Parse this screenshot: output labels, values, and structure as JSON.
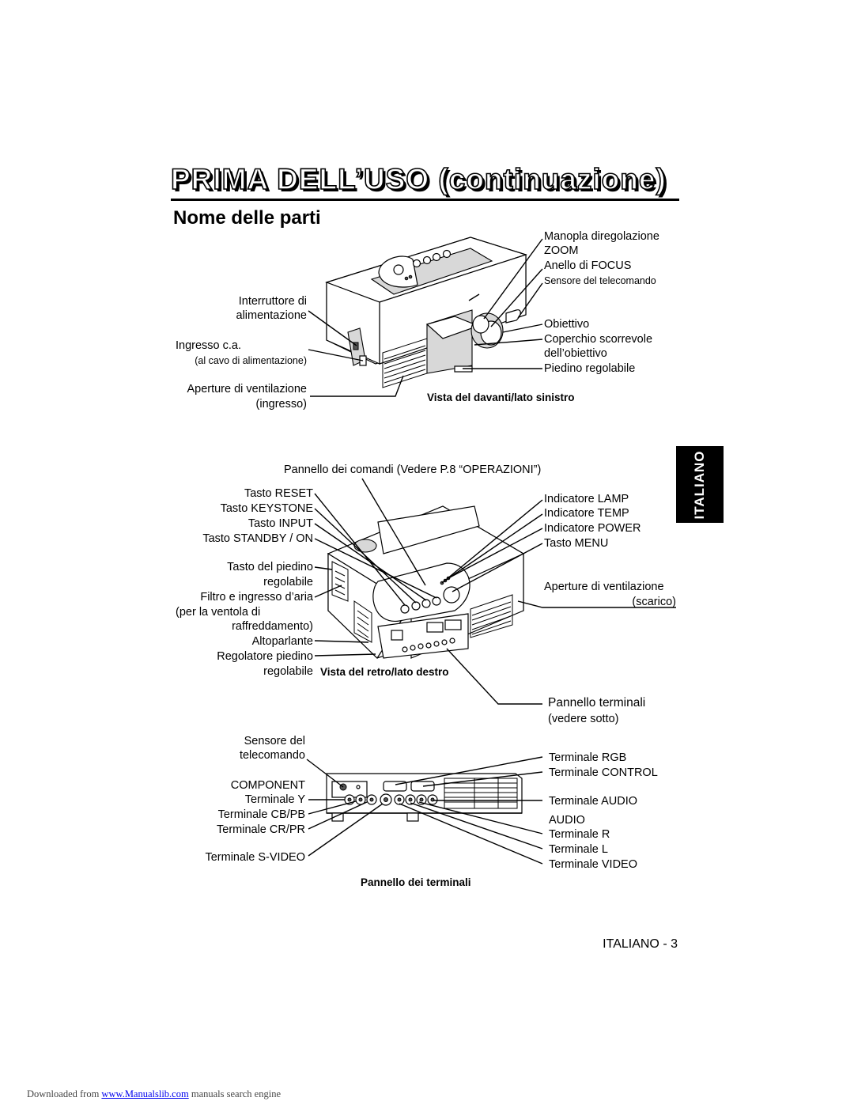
{
  "header": {
    "title": "PRIMA DELL’USO (continuazione)",
    "section_title": "Nome delle parti",
    "side_tab": "ITALIANO"
  },
  "front_view": {
    "caption": "Vista del davanti/lato sinistro",
    "labels": {
      "zoom_1": "Manopla diregolazione",
      "zoom_2": "ZOOM",
      "focus": "Anello di FOCUS",
      "remote_sensor": "Sensore del telecomando",
      "power_1": "Interruttore di",
      "power_2": "alimentazione",
      "ac_1": "Ingresso c.a.",
      "ac_2": "(al cavo di alimentazione)",
      "lens": "Obiettivo",
      "cover_1": "Coperchio scorrevole",
      "cover_2": "dell’obiettivo",
      "foot": "Piedino regolabile",
      "vent_1": "Aperture di ventilazione",
      "vent_2": "(ingresso)"
    }
  },
  "rear_view": {
    "caption": "Vista del retro/lato destro",
    "labels": {
      "control_panel": "Pannello dei comandi (Vedere P.8 “OPERAZIONI”)",
      "reset": "Tasto RESET",
      "keystone": "Tasto KEYSTONE",
      "input": "Tasto INPUT",
      "standby": "Tasto STANDBY / ON",
      "foot_btn_1": "Tasto del piedino",
      "foot_btn_2": "regolabile",
      "filter_1": "Filtro e ingresso d’aria",
      "filter_2": "(per la ventola di",
      "filter_3": "raffreddamento)",
      "speaker": "Altoparlante",
      "foot_adj_1": "Regolatore piedino",
      "foot_adj_2": "regolabile",
      "lamp": "Indicatore LAMP",
      "temp": "Indicatore TEMP",
      "power_ind": "Indicatore POWER",
      "menu": "Tasto MENU",
      "vent_out_1": "Aperture di ventilazione",
      "vent_out_2": "(scarico)",
      "terminal_panel_1": "Pannello terminali",
      "terminal_panel_2": "(vedere sotto)"
    }
  },
  "terminal_panel": {
    "caption": "Pannello dei terminali",
    "labels": {
      "sensor_1": "Sensore del",
      "sensor_2": "telecomando",
      "component": "COMPONENT",
      "term_y": "Terminale Y",
      "term_cb": "Terminale CB/PB",
      "term_cr": "Terminale CR/PR",
      "svideo": "Terminale S-VIDEO",
      "rgb": "Terminale RGB",
      "control": "Terminale CONTROL",
      "audio": "Terminale AUDIO",
      "audio_hdr": "AUDIO",
      "term_r": "Terminale R",
      "term_l": "Terminale L",
      "video": "Terminale VIDEO"
    }
  },
  "page_number": "ITALIANO - 3",
  "footer": {
    "prefix": "Downloaded from",
    "link": "www.Manualslib.com",
    "suffix": "manuals search engine"
  }
}
